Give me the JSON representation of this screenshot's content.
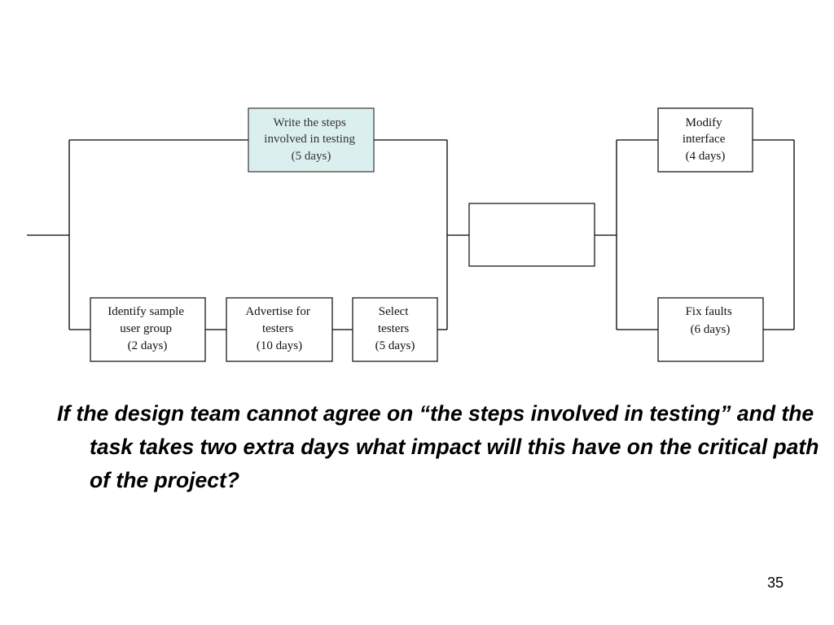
{
  "diagram": {
    "tasks": {
      "write_steps": {
        "lines": [
          "Write the steps",
          "involved in testing",
          "(5 days)"
        ]
      },
      "identify_group": {
        "lines": [
          "Identify sample",
          "user group",
          "(2 days)"
        ]
      },
      "advertise": {
        "lines": [
          "Advertise for",
          "testers",
          "(10 days)"
        ]
      },
      "select_testers": {
        "lines": [
          "Select",
          "testers",
          "(5 days)"
        ]
      },
      "modify_interface": {
        "lines": [
          "Modify",
          "interface",
          "(4 days)"
        ]
      },
      "fix_faults": {
        "lines": [
          "Fix faults",
          "(6 days)"
        ]
      }
    },
    "colors": {
      "highlight_fill": "#dcefef",
      "line": "#000000"
    }
  },
  "question": "If the design team cannot agree on “the steps involved in testing” and the task takes two extra days what impact will this have on the critical path of the project?",
  "slide_number": "35"
}
